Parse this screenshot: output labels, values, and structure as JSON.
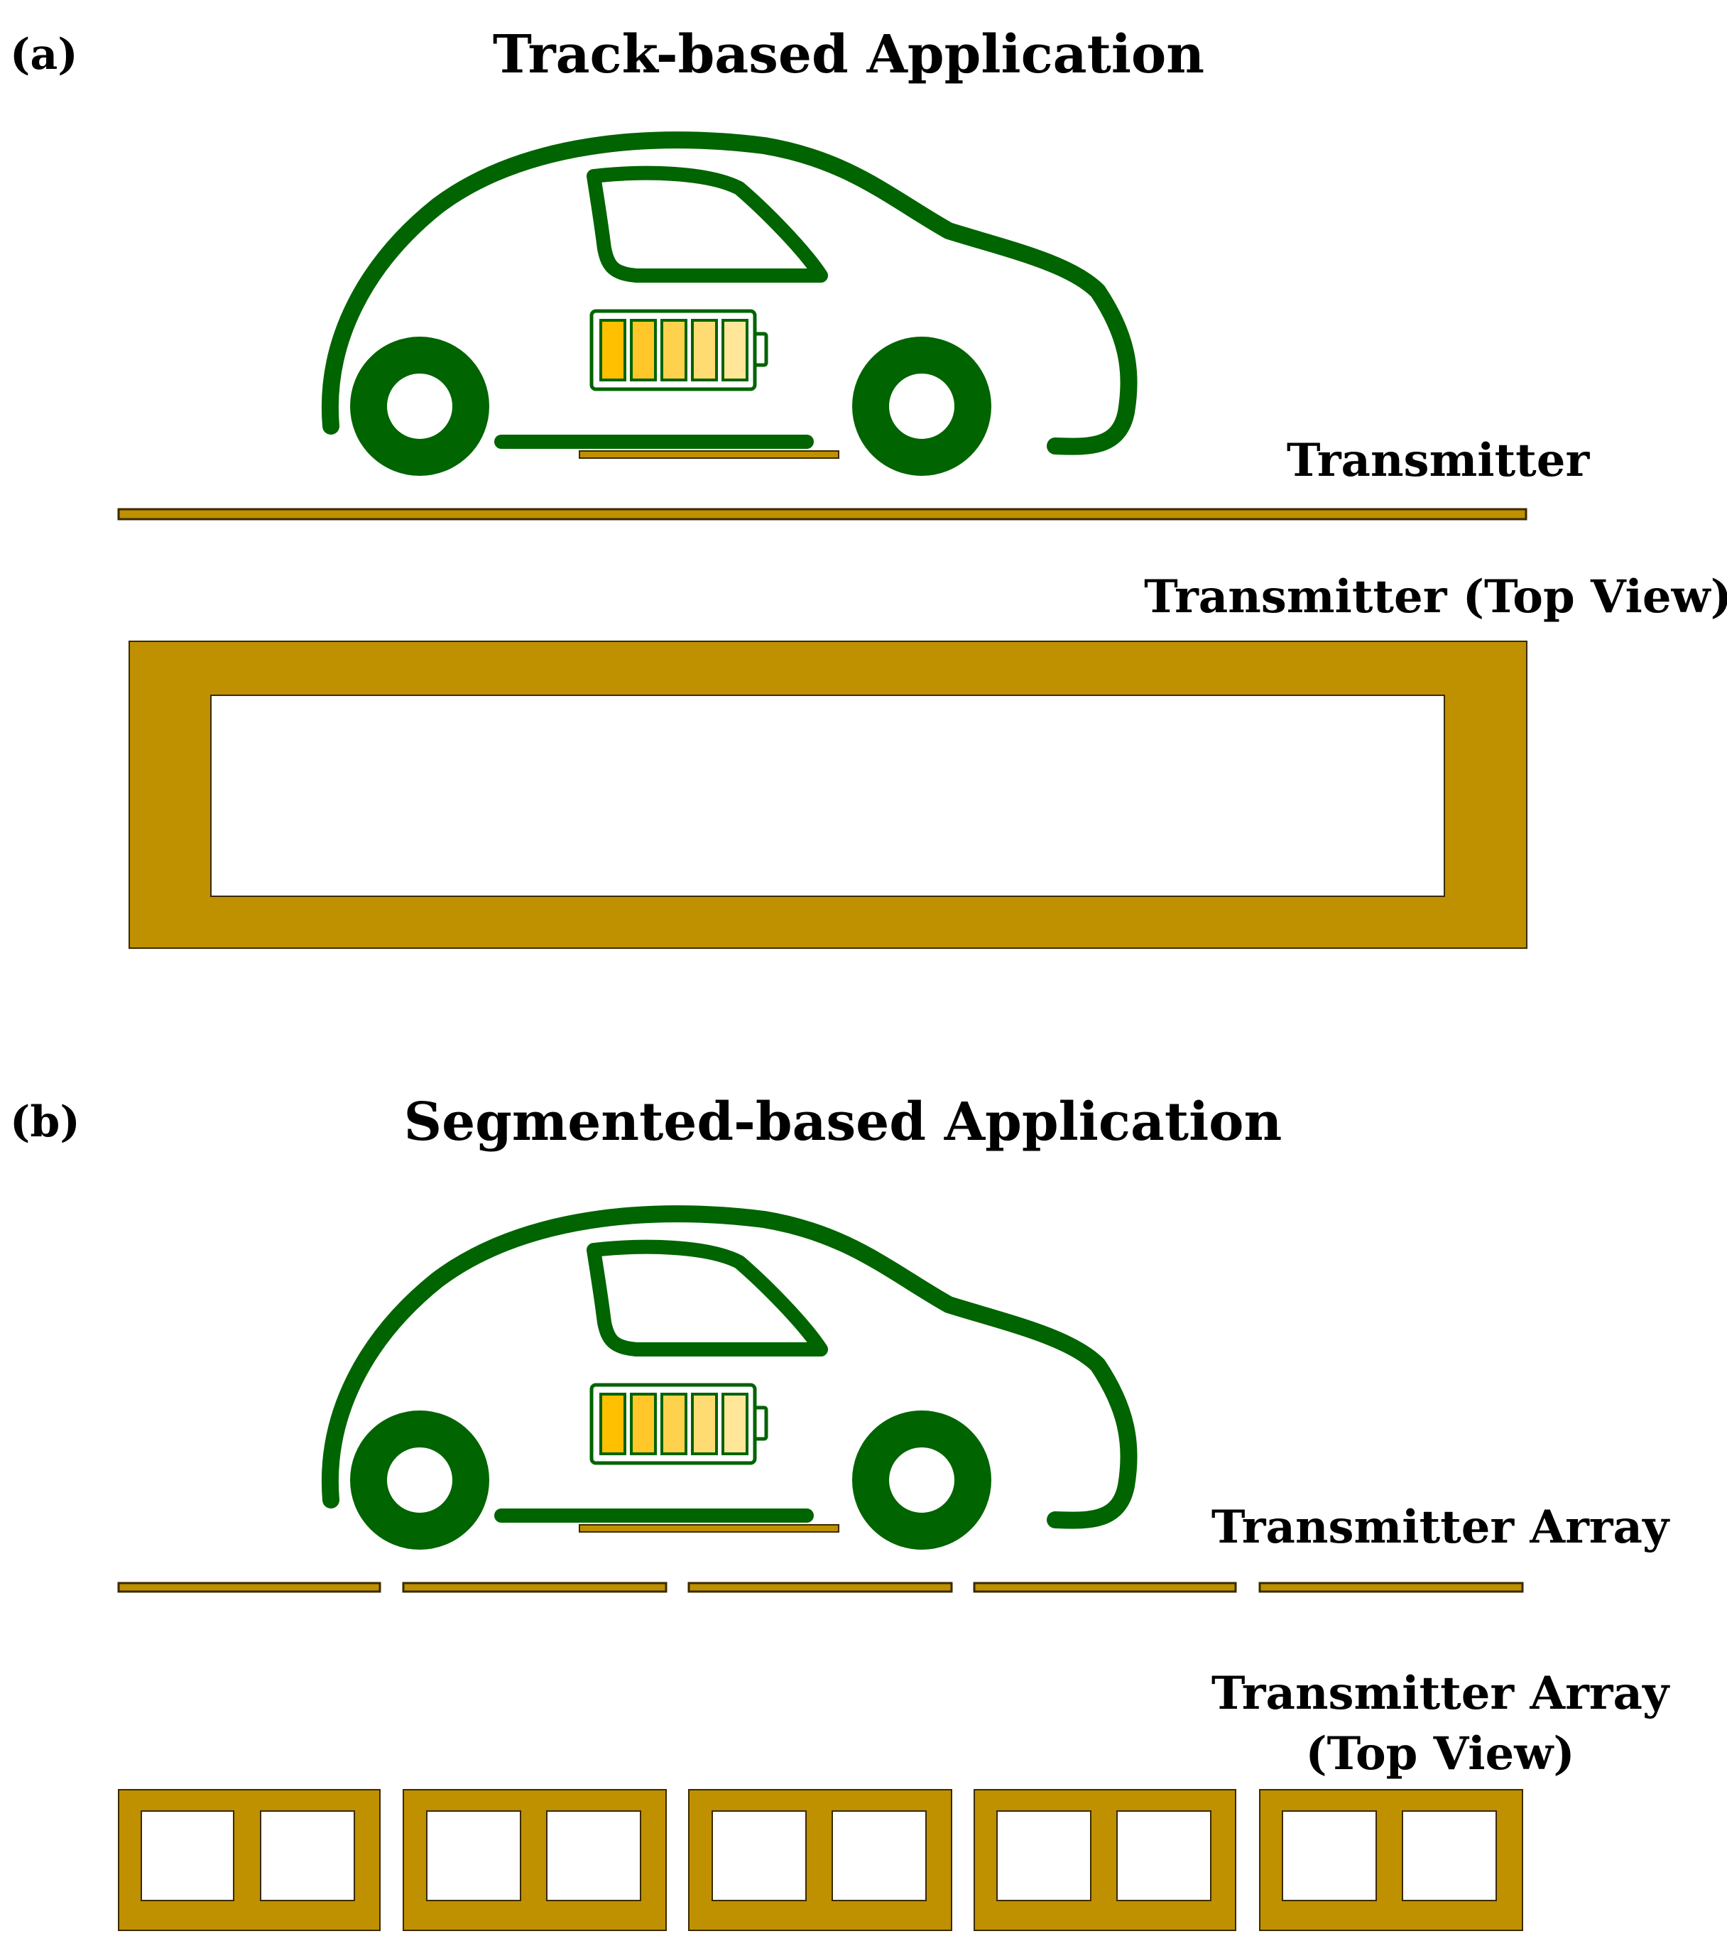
{
  "panel_a": {
    "label": "(a)",
    "title": "Track-based Application",
    "side_label": "Transmitter",
    "top_label": "Transmitter (Top View)"
  },
  "panel_b": {
    "label": "(b)",
    "title": "Segmented-based Application",
    "side_label": "Transmitter Array",
    "top_label_line1": "Transmitter Array",
    "top_label_line2": "(Top View)",
    "segment_count": 5
  },
  "colors": {
    "car_green": "#006400",
    "transmitter_gold": "#BF9000",
    "battery_bright": "#FFC000",
    "battery_mid": "#FFD24D",
    "battery_light": "#FFE699",
    "background": "#FFFFFF"
  },
  "icons": {
    "car": "electric-car-outline-icon",
    "battery": "battery-icon"
  }
}
